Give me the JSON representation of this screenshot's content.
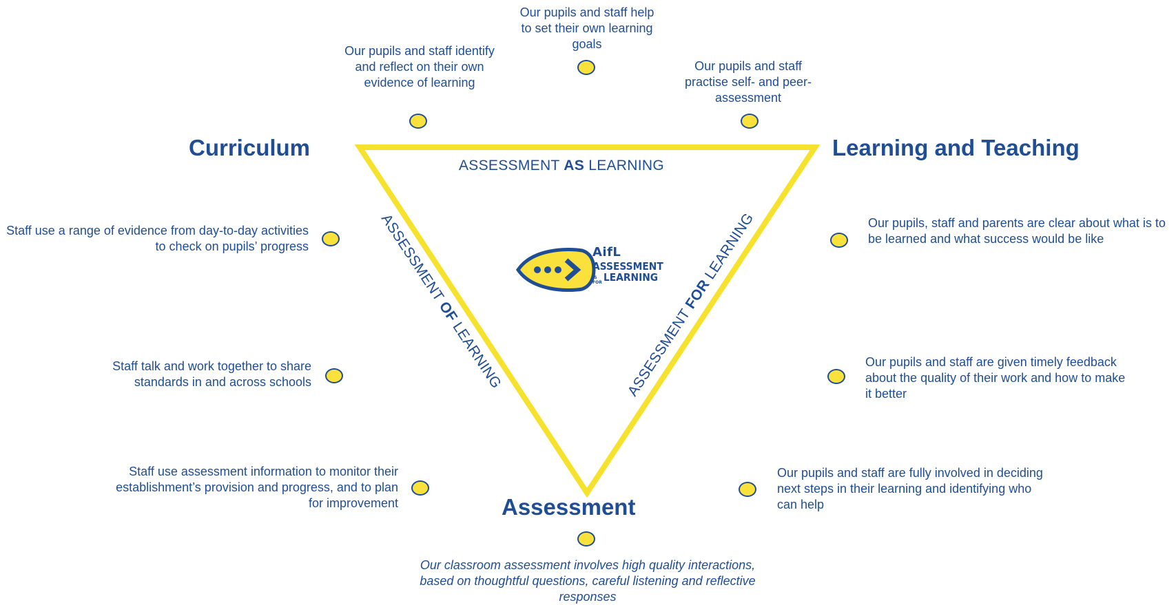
{
  "corners": {
    "curriculum": "Curriculum",
    "learning_teaching": "Learning and Teaching",
    "assessment": "Assessment"
  },
  "sides": {
    "as": {
      "pre": "ASSESSMENT ",
      "bold": "AS",
      "post": " LEARNING"
    },
    "of": {
      "pre": "ASSESSMENT ",
      "bold": "OF",
      "post": " LEARNING"
    },
    "for": {
      "pre": "ASSESSMENT ",
      "bold": "FOR",
      "post": " LEARNING"
    }
  },
  "logo": {
    "title": "AifL",
    "line1": "ASSESSMENT",
    "is_for": "IS FOR",
    "line2": "LEARNING"
  },
  "statements": {
    "top_center": "Our pupils and staff help to set their own learning goals",
    "top_left": "Our pupils and staff identify and reflect on their own evidence of learning",
    "top_right": "Our pupils and staff practise self- and peer-assessment",
    "left_1": "Staff use a range of evidence from day-to-day activities to check on pupils’ progress",
    "left_2": "Staff talk and work together to share standards in and across schools",
    "left_3": "Staff use assessment information to monitor their establishment’s provision and progress, and to plan for improvement",
    "right_1": "Our pupils, staff and parents are clear about what is to be learned and what success would be like",
    "right_2": "Our pupils and staff are given timely feedback about the quality of their work and how to make it better",
    "right_3": "Our pupils and staff are fully involved in deciding next steps in their learning and identifying who can help",
    "bottom": "Our classroom assessment involves high quality interactions, based on thoughtful questions, careful listening and reflective responses"
  },
  "colors": {
    "brand_blue": "#1f4e96",
    "triangle_yellow": "#f6e12c",
    "dot_yellow": "#fae13c"
  }
}
